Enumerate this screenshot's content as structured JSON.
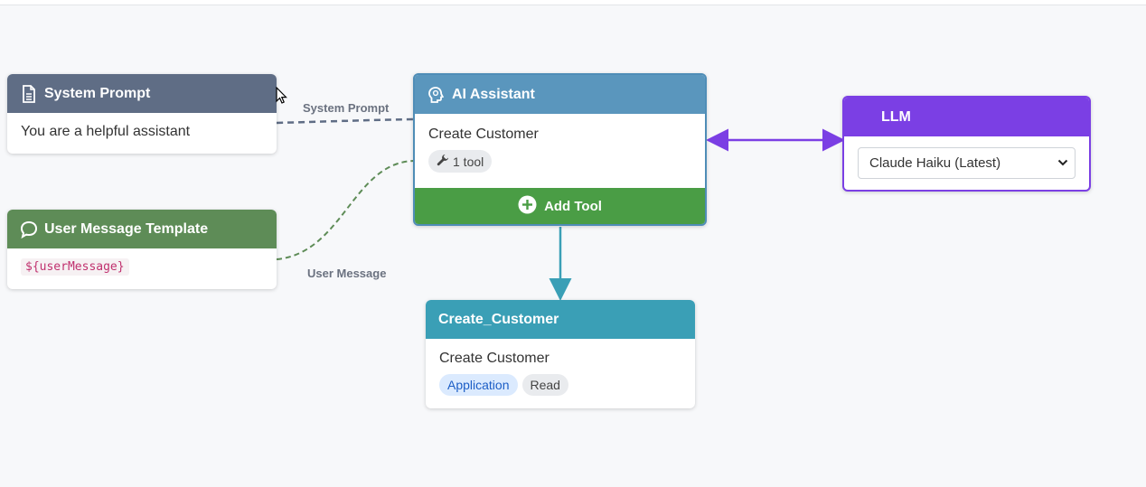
{
  "colors": {
    "system_prompt_header": "#5f6d85",
    "user_template_header": "#5e8c57",
    "assistant_header": "#5a96bd",
    "assistant_border": "#4f8db7",
    "add_tool_bg": "#4a9d45",
    "llm_header": "#7b3fe4",
    "tool_header": "#3a9fb6",
    "edge_purple": "#7b3fe4",
    "edge_teal": "#3a9fb6",
    "edge_dash_gray": "#5f6d85",
    "edge_dash_green": "#5e8c57"
  },
  "system_prompt": {
    "icon": "document-icon",
    "title": "System Prompt",
    "text": "You are a helpful assistant"
  },
  "user_template": {
    "icon": "speech-bubble-icon",
    "title": "User Message Template",
    "code": "${userMessage}"
  },
  "edges": {
    "system_prompt_label": "System Prompt",
    "user_message_label": "User Message"
  },
  "assistant": {
    "icon": "brain-head-icon",
    "title": "AI Assistant",
    "description": "Create Customer",
    "tool_count": "1 tool",
    "add_tool_label": "Add Tool"
  },
  "llm": {
    "title": "LLM",
    "selected_model": "Claude Haiku (Latest)"
  },
  "tool": {
    "title": "Create_Customer",
    "description": "Create Customer",
    "tags": [
      "Application",
      "Read"
    ]
  }
}
